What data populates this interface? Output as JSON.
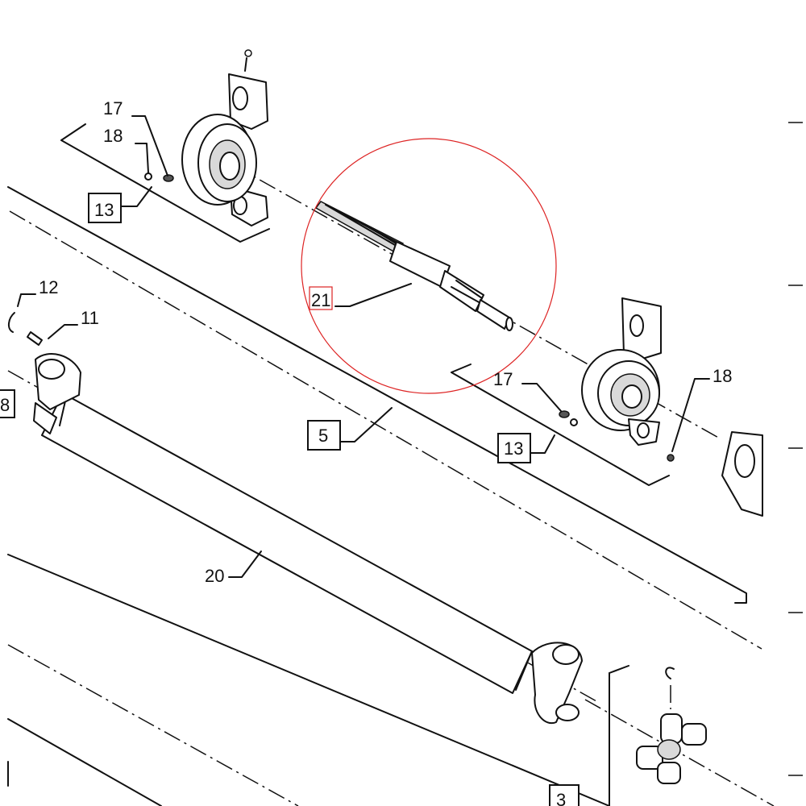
{
  "callouts": {
    "c12": "12",
    "c11": "11",
    "c17_top": "17",
    "c18_top": "18",
    "c13_top": "13",
    "c21": "21",
    "c5": "5",
    "c17_right": "17",
    "c18_right": "18",
    "c13_right": "13",
    "c20": "20",
    "c3": "3",
    "c8_partial": "8"
  },
  "colors": {
    "highlight": "#dd2222",
    "line": "#111111"
  }
}
